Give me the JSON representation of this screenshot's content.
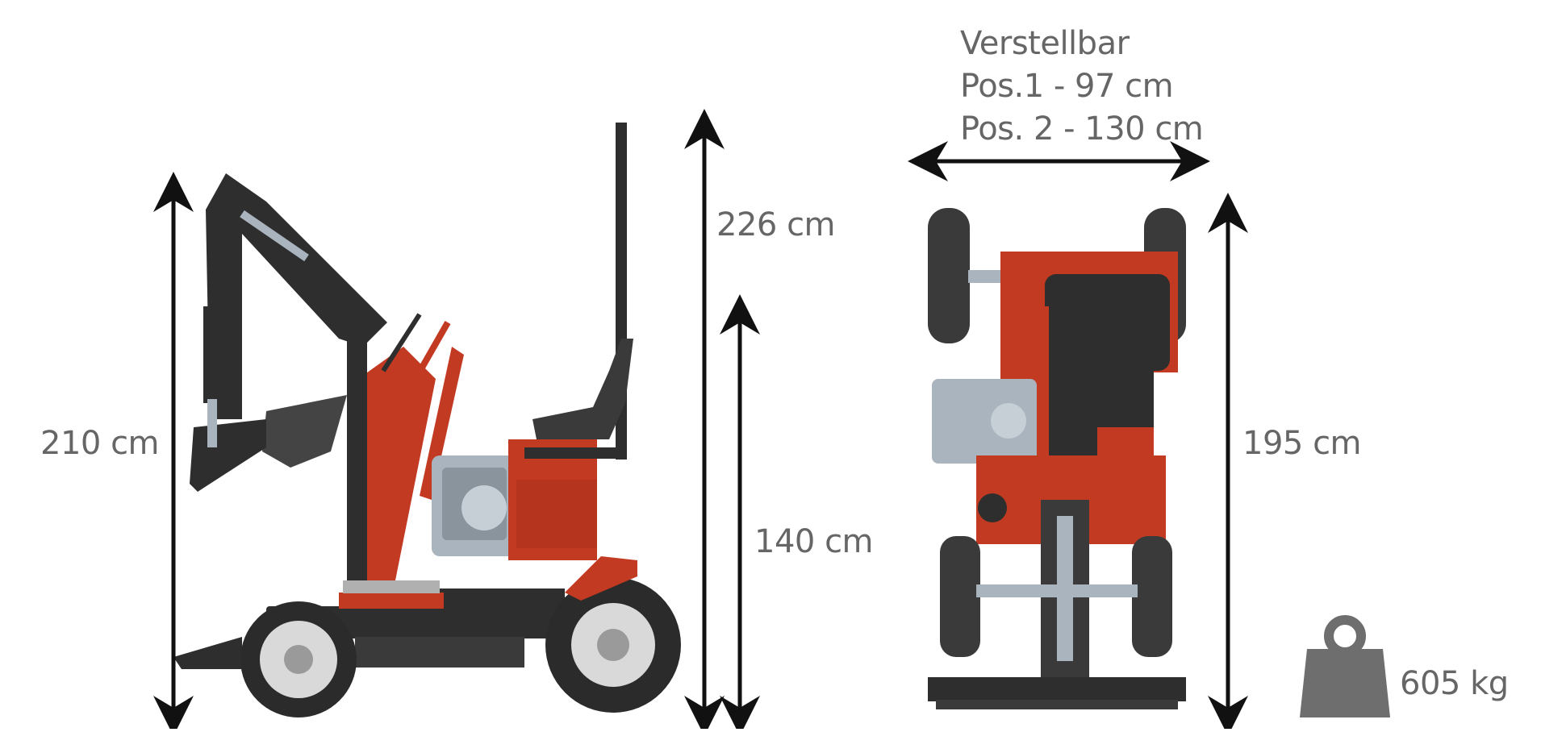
{
  "labels": {
    "height_arm": "210 cm",
    "height_total": "226 cm",
    "height_seat": "140 cm",
    "length": "195 cm",
    "weight": "605 kg"
  },
  "adjustable": {
    "title": "Verstellbar",
    "pos1": "Pos.1 - 97 cm",
    "pos2": "Pos. 2 - 130 cm"
  },
  "colors": {
    "machine_red": "#c23a22",
    "machine_dark": "#2e2e2e",
    "engine_grey": "#a9b4be",
    "label_grey": "#666666",
    "arrow": "#111111",
    "weight_icon": "#6e6e6e"
  },
  "icons": [
    "weight-icon"
  ]
}
